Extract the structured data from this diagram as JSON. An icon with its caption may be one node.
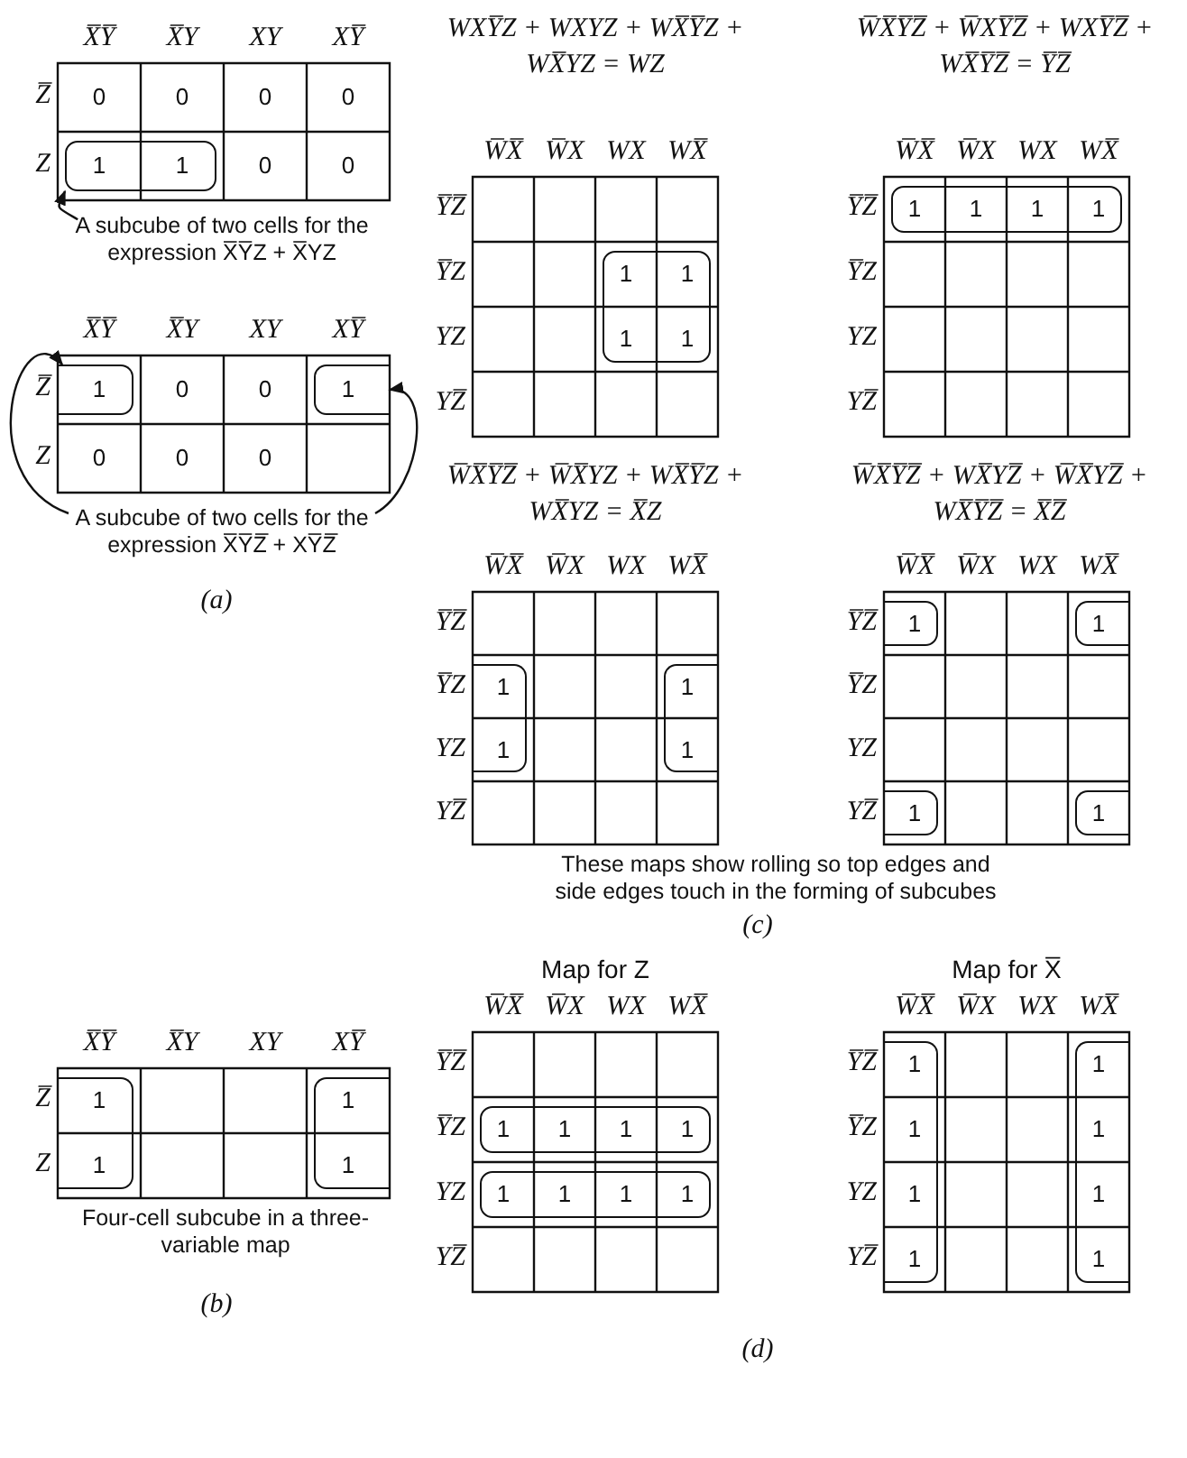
{
  "diagram": {
    "nodes": [
      {
        "text": [
          "A subcube of two cells for the expression X̅Y̅Z + X̅YZ"
        ]
      },
      {
        "text": [],
        "shape": "box"
      },
      {
        "text": [
          "A subcube of two cells for the expression X̅Y̅Z̅ + XY̅Z̅"
        ]
      },
      {
        "text": [],
        "shape": "box"
      },
      {
        "text": [],
        "shape": "box"
      }
    ],
    "edges": [
      {
        "from": 0,
        "to": 1,
        "arrow": "to"
      },
      {
        "from": 2,
        "to": 3,
        "arrow": "to"
      },
      {
        "from": 2,
        "to": 4,
        "arrow": "to"
      }
    ],
    "labels": [
      "X̅Y̅",
      "X̅Y",
      "XY",
      "XY̅",
      "Z̅",
      "0",
      "0",
      "0",
      "0",
      "Z",
      "1",
      "1",
      "0",
      "0",
      "X̅Y̅",
      "X̅Y",
      "XY",
      "XY̅",
      "Z̅",
      "1",
      "0",
      "0",
      "1",
      "Z",
      "0",
      "0",
      "0",
      "(a)",
      "WXY̅Z + WXYZ + WX̅Y̅Z + WX̅YZ = WZ",
      "W̅X̅Y̅Z̅ + W̅XY̅Z̅ + WXY̅Z̅ + WX̅Y̅Z̅ = Y̅Z̅",
      "W̅X̅",
      "W̅X",
      "WX",
      "WX̅",
      "Y̅Z̅",
      "Y̅Z",
      "1",
      "1",
      "YZ",
      "1",
      "1",
      "YZ̅",
      "W̅X̅",
      "W̅X",
      "WX",
      "WX̅",
      "Y̅Z̅",
      "1",
      "1",
      "1",
      "1",
      "Y̅Z",
      "YZ",
      "YZ̅",
      "W̅X̅Y̅Z̅ + W̅X̅YZ + WX̅Y̅Z + WX̅YZ = X̅Z",
      "W̅X̅Y̅Z̅ + WX̅YZ̅ + W̅X̅YZ̅ + WX̅Y̅Z̅ = X̅Z̅",
      "W̅X̅",
      "W̅X",
      "WX",
      "WX̅",
      "Y̅Z̅",
      "Y̅Z",
      "1",
      "1",
      "YZ",
      "1",
      "1",
      "YZ̅",
      "W̅X̅",
      "W̅X",
      "WX",
      "WX̅",
      "Y̅Z̅",
      "1",
      "1",
      "Y̅Z",
      "YZ",
      "YZ̅",
      "1",
      "1",
      "These maps show rolling so top edges and side edges touch in the forming of subcubes",
      "(c)",
      "X̅Y̅",
      "X̅Y",
      "XY",
      "XY̅",
      "Z̅",
      "1",
      "1",
      "Z",
      "1",
      "1",
      "Four-cell subcube in a three-variable map",
      "(b)",
      "Map for Z",
      "Map for X̅",
      "W̅X̅",
      "W̅X",
      "WX",
      "WX̅",
      "Y̅Z̅",
      "Y̅Z",
      "1",
      "1",
      "1",
      "1",
      "YZ",
      "1",
      "1",
      "1",
      "1",
      "YZ̅",
      "W̅X̅",
      "W̅X",
      "WX",
      "WX̅",
      "Y̅Z̅",
      "1",
      "1",
      "Y̅Z",
      "1",
      "1",
      "YZ",
      "1",
      "1",
      "YZ̅",
      "1",
      "1",
      "(d)"
    ]
  }
}
